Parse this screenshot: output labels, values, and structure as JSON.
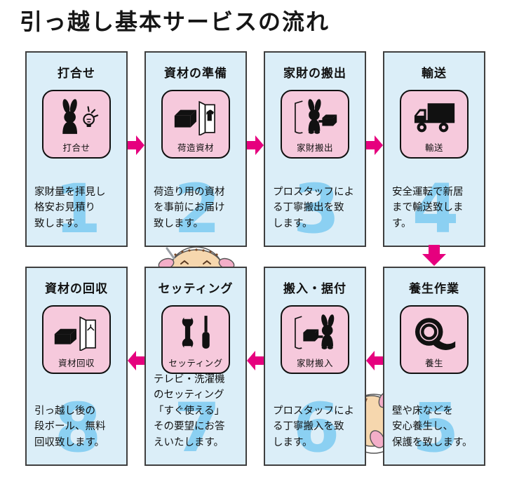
{
  "page": {
    "title": "引っ越し基本サービスの流れ"
  },
  "colors": {
    "card_bg": "#dbeef8",
    "card_border": "#3f3f3f",
    "icon_box_bg": "#f6c9dc",
    "icon_box_border": "#111111",
    "arrow": "#e6007e",
    "step_number": "#8bd0f2",
    "text": "#111111"
  },
  "steps": [
    {
      "number": "1",
      "title": "打合せ",
      "icon": "rabbit-lightbulb-icon",
      "icon_caption": "打合せ",
      "description": "家財量を拝見し\n格安お見積り\n致します。"
    },
    {
      "number": "2",
      "title": "資材の準備",
      "icon": "packing-materials-icon",
      "icon_caption": "荷造資材",
      "description": "荷造り用の資材\nを事前にお届け\n致します。"
    },
    {
      "number": "3",
      "title": "家財の搬出",
      "icon": "carry-out-box-icon",
      "icon_caption": "家財搬出",
      "description": "プロスタッフによ\nる丁寧搬出を致\nします。"
    },
    {
      "number": "4",
      "title": "輸送",
      "icon": "truck-icon",
      "icon_caption": "輸送",
      "description": "安全運転で新居\nまで輸送致しま\nす。"
    },
    {
      "number": "5",
      "title": "養生作業",
      "icon": "protection-tape-icon",
      "icon_caption": "養生",
      "description": "壁や床などを\n安心養生し、\n保護を致します。"
    },
    {
      "number": "6",
      "title": "搬入・据付",
      "icon": "carry-in-box-icon",
      "icon_caption": "家財搬入",
      "description": "プロスタッフによ\nる丁寧搬入を致\nします。"
    },
    {
      "number": "7",
      "title": "セッティング",
      "icon": "wrench-screwdriver-icon",
      "icon_caption": "セッティング",
      "description": "テレビ・洗濯機\nのセッティング\n「すぐ使える」\nその要望にお答\nえいたします。"
    },
    {
      "number": "8",
      "title": "資材の回収",
      "icon": "box-collection-icon",
      "icon_caption": "資材回収",
      "description": "引っ越し後の\n段ボール、無料\n回収致します。"
    }
  ],
  "decorations": [
    "peeking-mascot-icon",
    "peeking-mascot-icon"
  ]
}
